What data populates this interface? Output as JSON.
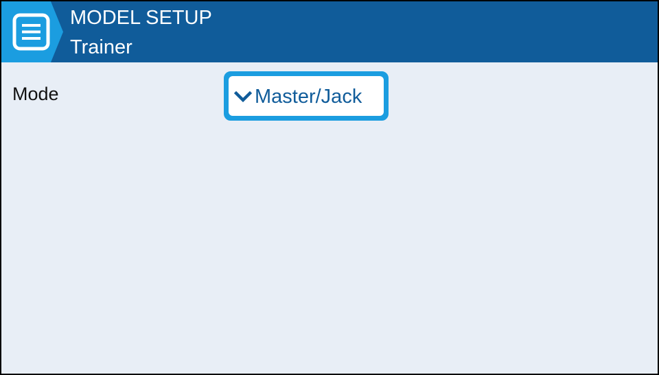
{
  "header": {
    "title": "MODEL SETUP",
    "subtitle": "Trainer",
    "menu_icon": "menu-list-icon"
  },
  "settings": {
    "mode": {
      "label": "Mode",
      "value": "Master/Jack",
      "icon": "chevron-down-icon"
    }
  },
  "colors": {
    "header_bg": "#105c9a",
    "accent": "#1b9de0",
    "body_bg": "#e8eef6",
    "value_text": "#105c9a"
  }
}
